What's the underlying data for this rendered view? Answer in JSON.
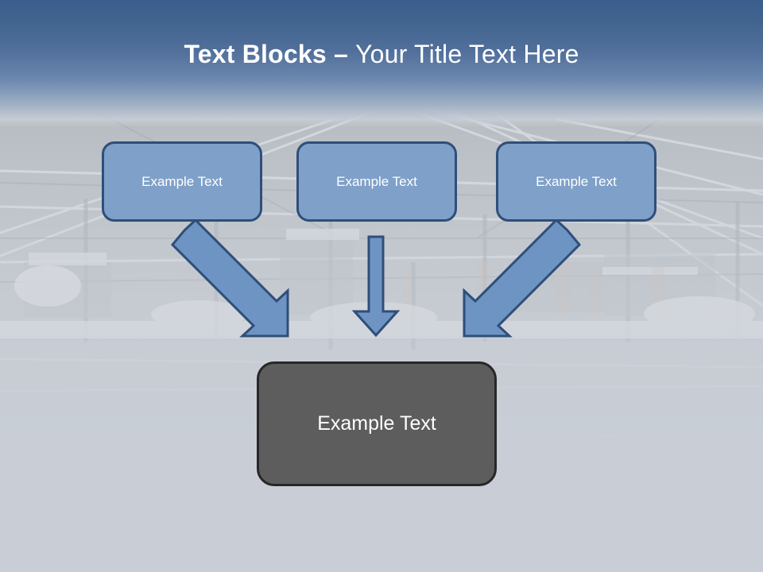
{
  "slide": {
    "title": {
      "strong": "Text Blocks",
      "dash": " – ",
      "rest": "Your Title Text Here",
      "color": "#ffffff"
    },
    "background": {
      "kind": "photo-warehouse-interior-faded",
      "top_band_color": "#3a5d8d",
      "base_color": "#c9ced6"
    },
    "top_boxes": [
      {
        "label": "Example Text",
        "fill": "#7fa0c8",
        "border": "#2f4e79",
        "text_color": "#ffffff"
      },
      {
        "label": "Example Text",
        "fill": "#7fa0c8",
        "border": "#2f4e79",
        "text_color": "#ffffff"
      },
      {
        "label": "Example Text",
        "fill": "#7fa0c8",
        "border": "#2f4e79",
        "text_color": "#ffffff"
      }
    ],
    "bottom_box": {
      "label": "Example Text",
      "fill": "#5d5d5d",
      "border": "#272727",
      "text_color": "#ffffff"
    },
    "arrows": [
      {
        "name": "arrow-diagonal-down-right",
        "direction": "down-right",
        "fill": "#6e94c4",
        "border": "#2f4e79"
      },
      {
        "name": "arrow-straight-down",
        "direction": "down",
        "fill": "#6e94c4",
        "border": "#2f4e79"
      },
      {
        "name": "arrow-diagonal-down-left",
        "direction": "down-left",
        "fill": "#6e94c4",
        "border": "#2f4e79"
      }
    ]
  }
}
